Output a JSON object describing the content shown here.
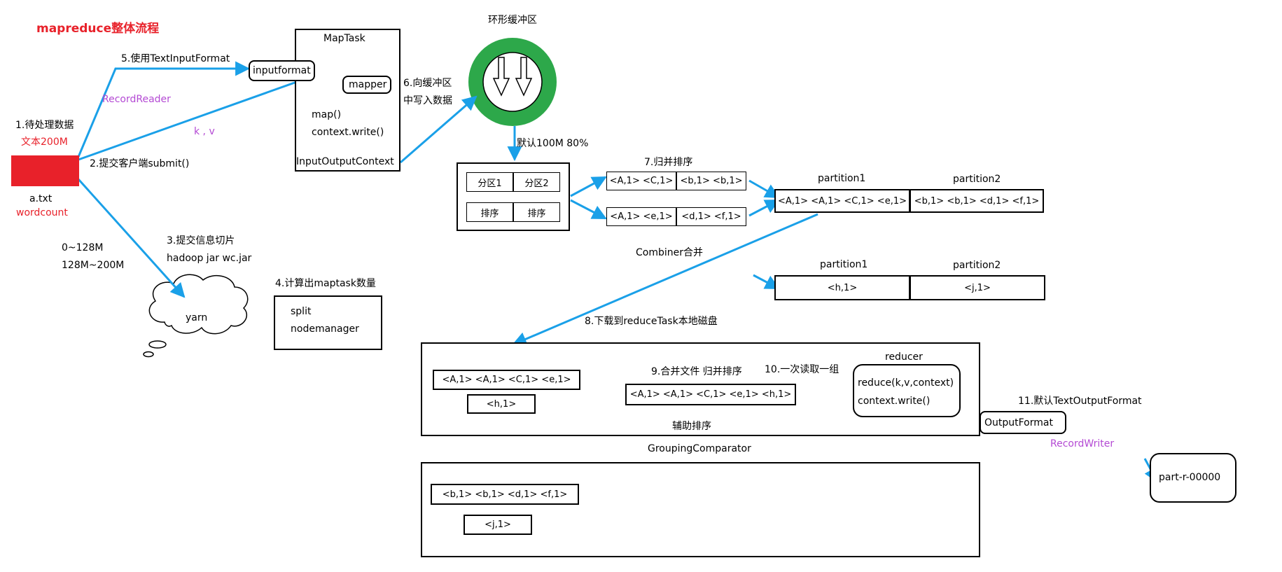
{
  "title": "mapreduce整体流程",
  "colors": {
    "red": "#e8212a",
    "purple": "#b44ad4",
    "arrow": "#1aa0e8",
    "green": "#2da84a"
  },
  "input": {
    "step1": "1.待处理数据",
    "size": "文本200M",
    "file": "a.txt",
    "job": "wordcount",
    "split1": "0~128M",
    "split2": "128M~200M"
  },
  "steps": {
    "s2": "2.提交客户端submit()",
    "s3": "3.提交信息切片",
    "s3b": "hadoop  jar  wc.jar",
    "s4": "4.计算出maptask数量",
    "s5": "5.使用TextInputFormat",
    "s6a": "6.向缓冲区",
    "s6b": "中写入数据",
    "s7": "7.归并排序",
    "s8": "8.下载到reduceTask本地磁盘",
    "s9": "9.合并文件  归并排序",
    "s10": "10.一次读取一组",
    "s11": "11.默认TextOutputFormat"
  },
  "labels": {
    "record_reader": "RecordReader",
    "kv": "k , v",
    "yarn": "yarn",
    "split": "split",
    "nodemanager": "nodemanager",
    "ring_buffer": "环形缓冲区",
    "default_size": "默认100M  80%",
    "combiner": "Combiner合并",
    "aux_sort": "辅助排序",
    "grouping": "GroupingComparator",
    "record_writer": "RecordWriter"
  },
  "maptask": {
    "title": "MapTask",
    "inputformat": "inputformat",
    "mapper": "mapper",
    "map": "map()",
    "write": "context.write()",
    "context": "InputOutputContext"
  },
  "spill": {
    "p1": "分区1",
    "p2": "分区2",
    "sort1": "排序",
    "sort2": "排序"
  },
  "merge_rows": {
    "r1a": "<A,1> <C,1>",
    "r1b": "<b,1> <b,1>",
    "r2a": "<A,1> <e,1>",
    "r2b": "<d,1> <f,1>"
  },
  "partitions": {
    "label1": "partition1",
    "label2": "partition2",
    "p1": "<A,1> <A,1> <C,1> <e,1>",
    "p2": "<b,1> <b,1> <d,1> <f,1>",
    "label3": "partition1",
    "label4": "partition2",
    "p3": "<h,1>",
    "p4": "<j,1>"
  },
  "reduce": {
    "in1": "<A,1> <A,1> <C,1> <e,1>",
    "in2": "<h,1>",
    "merged": "<A,1> <A,1> <C,1> <e,1> <h,1>",
    "reducer_title": "reducer",
    "reduce_fn": "reduce(k,v,context)",
    "reduce_write": "context.write()",
    "output_format": "OutputFormat",
    "part": "part-r-00000",
    "in3": "<b,1> <b,1> <d,1> <f,1>",
    "in4": "<j,1>"
  }
}
